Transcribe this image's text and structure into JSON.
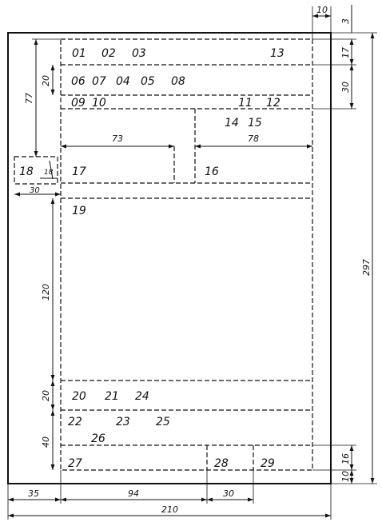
{
  "fields": {
    "f01": "01",
    "f02": "02",
    "f03": "03",
    "f13": "13",
    "f06": "06",
    "f07": "07",
    "f04": "04",
    "f05": "05",
    "f08": "08",
    "f09": "09",
    "f10": "10",
    "f11": "11",
    "f12": "12",
    "f14": "14",
    "f15": "15",
    "f16": "16",
    "f17": "17",
    "f18": "18",
    "f19": "19",
    "f20": "20",
    "f21": "21",
    "f24": "24",
    "f22": "22",
    "f23": "23",
    "f25": "25",
    "f26": "26",
    "f27": "27",
    "f28": "28",
    "f29": "29"
  },
  "dimensions": {
    "top_10": "10",
    "top_3": "3",
    "right_17": "17",
    "right_30": "30",
    "right_297": "297",
    "right_16": "16",
    "right_10": "10",
    "left_77": "77",
    "left_20a": "20",
    "left_120": "120",
    "left_20b": "20",
    "left_40": "40",
    "w_73": "73",
    "w_78": "78",
    "w_18": "18",
    "w_30a": "30",
    "bottom_35": "35",
    "bottom_94": "94",
    "bottom_30": "30",
    "bottom_210": "210"
  }
}
